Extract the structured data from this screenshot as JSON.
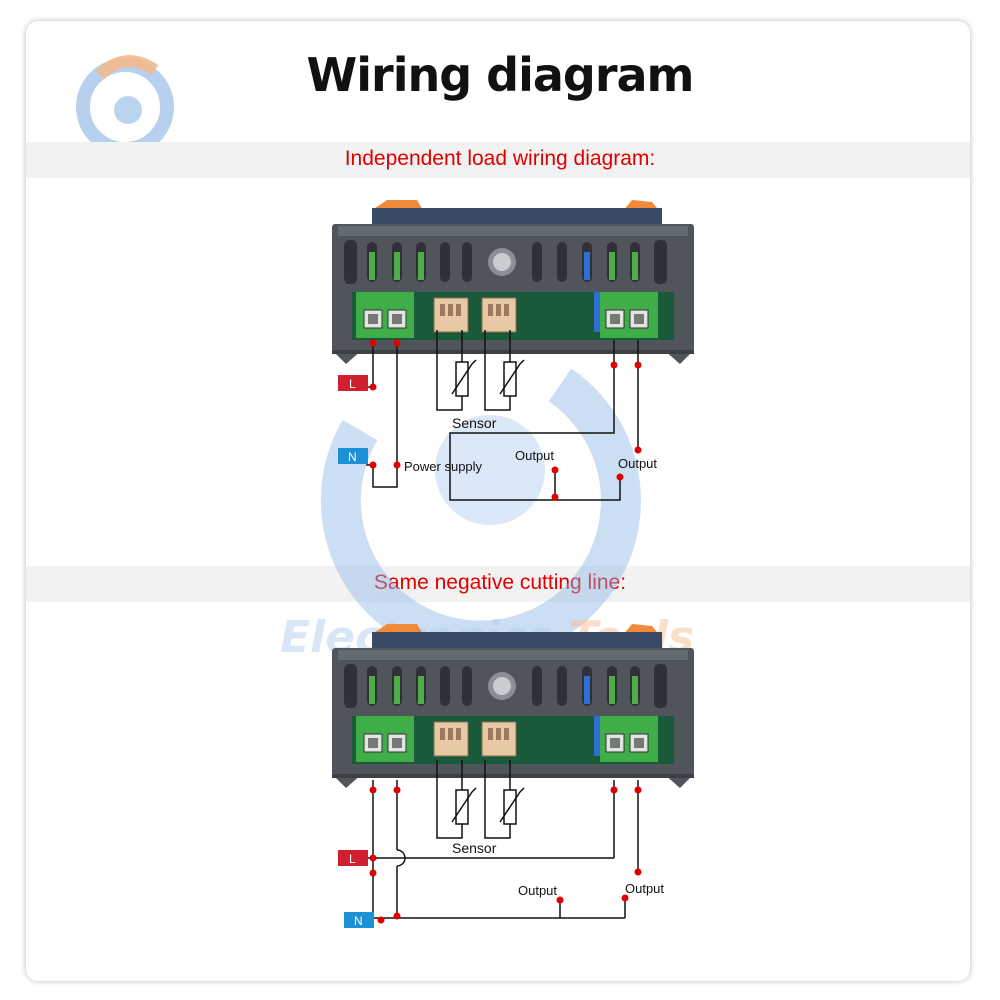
{
  "title": "Wiring diagram",
  "watermark": {
    "brand_part1": "Electronics",
    "brand_part2": "Tools"
  },
  "sections": [
    {
      "heading": "Independent load wiring diagram:",
      "labels": {
        "live": "L",
        "neutral": "N",
        "sensor": "Sensor",
        "power_supply": "Power supply",
        "output_left": "Output",
        "output_right": "Output"
      }
    },
    {
      "heading": "Same negative cutting line:",
      "labels": {
        "live": "L",
        "neutral": "N",
        "sensor": "Sensor",
        "output_left": "Output",
        "output_right": "Output"
      }
    }
  ],
  "colors": {
    "live_tag": "#d02030",
    "neutral_tag": "#1e90d6",
    "heading": "#e00000",
    "terminal_green": "#3fae49",
    "housing": "#50555c"
  }
}
